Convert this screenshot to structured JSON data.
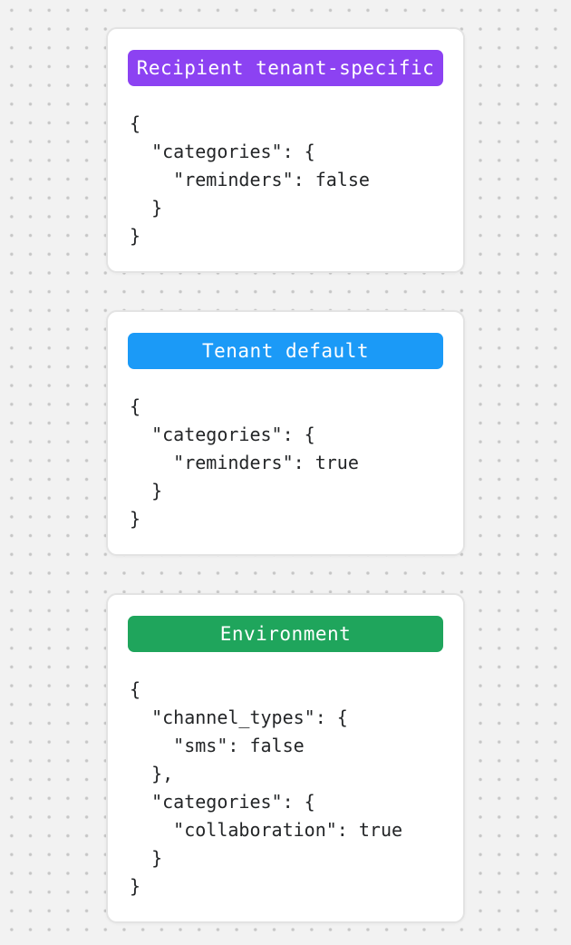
{
  "page": {
    "background_color": "#f2f2f2",
    "dot_color": "#c6c6c6",
    "card_background": "#ffffff",
    "card_border_color": "#e3e3e3",
    "code_text_color": "#232527"
  },
  "cards": [
    {
      "badge": {
        "label": "Recipient tenant-specific",
        "color": "#8c42f2",
        "text_color": "#ffffff"
      },
      "code": "{\n  \"categories\": {\n    \"reminders\": false\n  }\n}"
    },
    {
      "badge": {
        "label": "Tenant default",
        "color": "#1b9af7",
        "text_color": "#ffffff"
      },
      "code": "{\n  \"categories\": {\n    \"reminders\": true\n  }\n}"
    },
    {
      "badge": {
        "label": "Environment",
        "color": "#1fa55c",
        "text_color": "#ffffff"
      },
      "code": "{\n  \"channel_types\": {\n    \"sms\": false\n  },\n  \"categories\": {\n    \"collaboration\": true\n  }\n}"
    }
  ]
}
